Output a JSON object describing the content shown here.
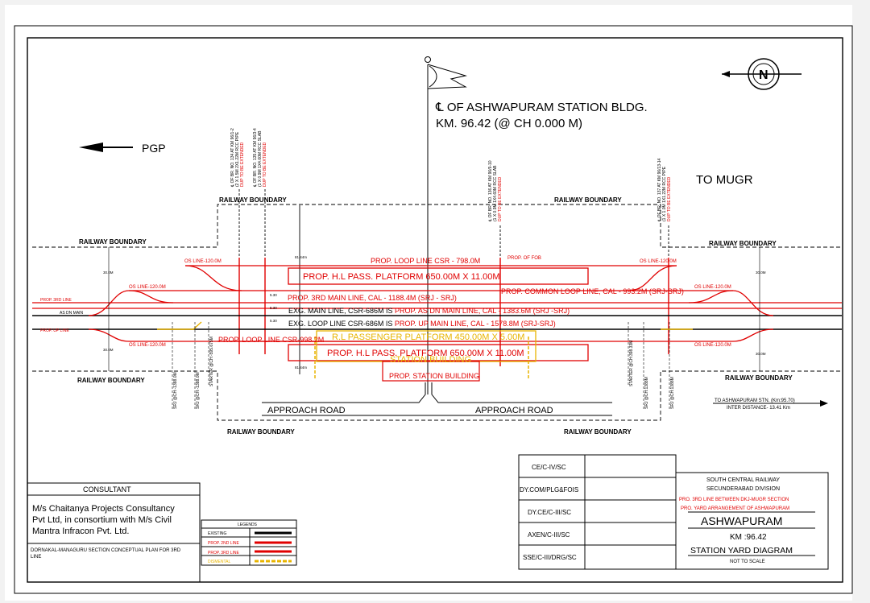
{
  "station": {
    "centerline_title": "OF ASHWAPURAM STATION BLDG.",
    "km_title": "KM. 96.42 (@ CH 0.000 M)",
    "cl_symbol": "℄"
  },
  "directions": {
    "left": "PGP",
    "right": "TO MUGR"
  },
  "boundary": {
    "label": "RAILWAY BOUNDARY"
  },
  "bridges": [
    {
      "line1": "℄ OF BR. NO. 134 AT KM 96/1-2",
      "line2": "(2 X 1.5M 2X1.22M RCC PIPE",
      "line3": "DUP TO BE EXTENDED"
    },
    {
      "line1": "℄ OF BR. NO. 135 AT KM 96/3-4",
      "line2": "(1 X 0.9M 1X4.60M RCC SLAB",
      "line3": "DUP TO BE EXTENDED"
    },
    {
      "line1": "℄ OF BR. NO. 136 AT KM 96/9-10",
      "line2": "(1 X 0.9M 1X4.60M RCC SLAB",
      "line3": "DUP TO BE EXTENDED"
    },
    {
      "line1": "℄ OF BR. NO. 137 AT KM 96/13-14",
      "line2": "(1 X 1.0M 1X1.22M RCC PIPE",
      "line3": "DUP TO BE EXTENDED"
    }
  ],
  "tracks": {
    "loop_line": "PROP. LOOP LINE CSR - 798.0M",
    "fob": "PROP. OF FOB",
    "platform_top": "PROP. H.L PASS. PLATFORM  650.00M X 11.00M",
    "common_loop": "PROP. COMMON LOOP LINE, CAL - 993.2M (SRJ-SRJ)",
    "third_main": "PROP. 3RD MAIN LINE, CAL - 1188.4M (SRJ - SRJ)",
    "exg_main_a": "EXG. MAIN LINE, CSR-686M IS ",
    "exg_main_b": "PROP. AS DN MAIN LINE, CAL - 1383.6M (SRJ -SRJ)",
    "exg_loop_a": "EXG. LOOP LINE CSR-686M IS ",
    "exg_loop_b": "PROP. UP MAIN LINE, CAL - 1578.8M (SRJ-SRJ)",
    "rl_platform": "R.L PASSENGER PLATFORM  450.00M X 5.00M",
    "station_bldg_dismantle": "STATION BUILDING",
    "loop_left": "PROP. LOOP LINE CSR-998.2M",
    "platform_bottom": "PROP. H.L PASS. PLATFORM  650.00M X 11.00M",
    "station_bldg_prop": "PROP. STATION BUILDING",
    "os_line": "OS LINE-120.0M",
    "os_line2": "OS LINE-120.0M",
    "prop_3rd_line": "PROP. 3RD LINE",
    "as_dn_main": "AS DN MAIN",
    "prop_up_line": "PROP. UP LINE",
    "dist_30": "30.0M",
    "dist_81": "81.44m",
    "val_530": "5.30"
  },
  "roads": {
    "approach": "APPROACH ROAD"
  },
  "signals": {
    "srj": "SRJ @CH:-1388.0M",
    "starter": "STARTER @CH:-595.675M",
    "starter_r": "STARTER @CH:398.33M",
    "srj_r": "SRJ @CH:1388M"
  },
  "to_station": {
    "line1": "TO ASHWAPURAM STN. (Km:95.70)",
    "line2": "INTER DISTANCE- 13.41 Km"
  },
  "consultant": {
    "header": "CONSULTANT",
    "l1": "M/s Chaitanya Projects Consultancy",
    "l2": "Pvt Ltd, in consortium with M/s Civil",
    "l3": "Mantra Infracon Pvt. Ltd.",
    "plan1": "DORNAKAL-MANAGURU SECTION CONCEPTUAL PLAN FOR 3RD",
    "plan2": "LINE"
  },
  "legends": {
    "title": "LEGENDS",
    "items": [
      {
        "label": "EXISTING",
        "color": "#000000"
      },
      {
        "label": "PROP. 2ND LINE",
        "color": "#e00000"
      },
      {
        "label": "PROP. 3RD LINE",
        "color": "#e00000"
      },
      {
        "label": "DISMENTAL",
        "color": "#e8b400"
      }
    ]
  },
  "signoff": [
    "CE/C-IV/SC",
    "DY.COM/PLG&FOIS",
    "DY.CE/C-III/SC",
    "AXEN/C-III/SC",
    "SSE/C-III/DRG/SC"
  ],
  "titleblock": {
    "rail": "SOUTH CENTRAL RAILWAY",
    "division": "SECUNDERABAD DIVISION",
    "prop1": "PRO. 3RD LINE BETWEEN DKJ-MUGR SECTION",
    "prop2": "PRO. YARD ARRANGEMENT OF ASHWAPURAM",
    "name": "ASHWAPURAM",
    "km": "KM :96.42",
    "diagram": "STATION YARD DIAGRAM",
    "scale": "NOT TO SCALE"
  },
  "compass": {
    "letter": "N"
  },
  "colors": {
    "red": "#e00000",
    "yellow": "#e8b400",
    "black": "#000000"
  }
}
